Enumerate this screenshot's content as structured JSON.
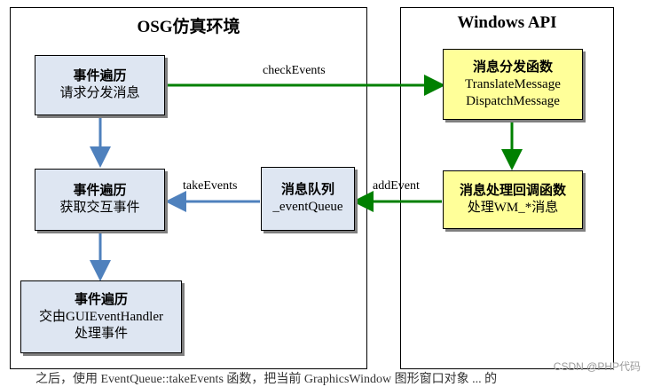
{
  "panels": {
    "left_title": "OSG仿真环境",
    "right_title": "Windows API"
  },
  "boxes": {
    "traverse_request": {
      "line1": "事件遍历",
      "line2": "请求分发消息"
    },
    "traverse_fetch": {
      "line1": "事件遍历",
      "line2": "获取交互事件"
    },
    "traverse_handle": {
      "line1": "事件遍历",
      "line2": "交由GUIEventHandler",
      "line3": "处理事件"
    },
    "event_queue": {
      "line1": "消息队列",
      "line2": "_eventQueue"
    },
    "dispatch": {
      "line1": "消息分发函数",
      "line2": "TranslateMessage",
      "line3": "DispatchMessage"
    },
    "callback": {
      "line1": "消息处理回调函数",
      "line2": "处理WM_*消息"
    }
  },
  "edges": {
    "check_events": "checkEvents",
    "take_events": "takeEvents",
    "add_event": "addEvent"
  },
  "colors": {
    "green": "#008000",
    "blue": "#4f81bd"
  },
  "watermark": "CSDN @PHP代码",
  "caption": "之后，使用 EventQueue::takeEvents 函数，把当前 GraphicsWindow 图形窗口对象 ... 的"
}
